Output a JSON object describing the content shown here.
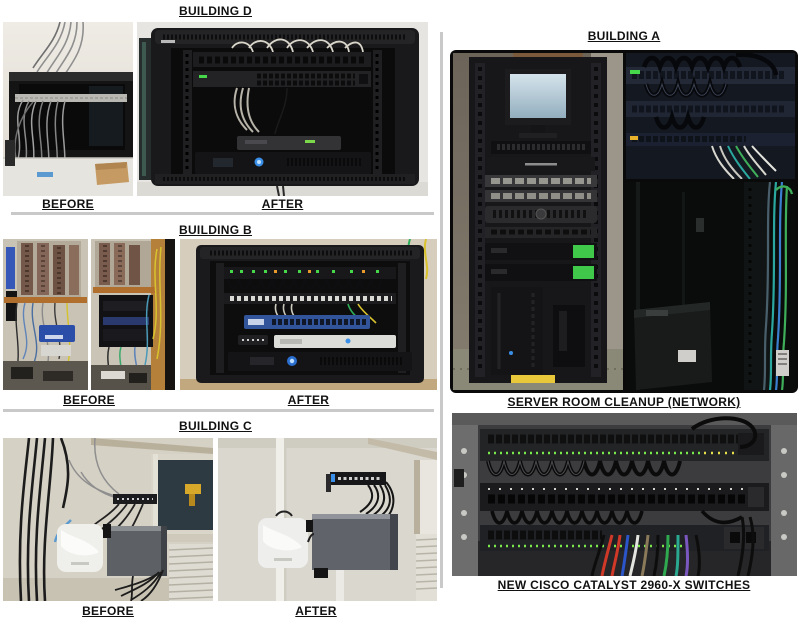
{
  "page": {
    "background_color": "#ffffff",
    "divider_color": "#c9c9c9",
    "text_color": "#111111"
  },
  "sections": {
    "building_d": {
      "title": "BUILDING D",
      "before_label": "BEFORE",
      "after_label": "AFTER"
    },
    "building_b": {
      "title": "BUILDING B",
      "before_label": "BEFORE",
      "after_label": "AFTER"
    },
    "building_c": {
      "title": "BUILDING C",
      "before_label": "BEFORE",
      "after_label": "AFTER"
    },
    "building_a": {
      "title": "BUILDING A",
      "caption": "SERVER ROOM CLEANUP (NETWORK)"
    },
    "new_switches": {
      "caption": "NEW CISCO CATALYST 2960-X SWITCHES"
    }
  },
  "photos": {
    "building_d_before": "Wall cabinet with tangled gray cables hanging out",
    "building_d_after": "Organized wall rack with patch panel, switch and UPS",
    "building_b_before_1": "Old punch-down blocks and tangled wiring on backboard",
    "building_b_before_2": "Cluttered shelf rack with loose yellow and blue cables",
    "building_b_after": "Clean wall rack with patch panels, blue switch, firewall and UPS",
    "building_c_before": "Wall access point and gray enclosure with loose black cabling",
    "building_c_after": "Wall access point and gray enclosure with dressed cable bundle",
    "building_a_rack": "Floor server rack with monitor, servers and UPS units",
    "building_a_switch_detail": "Rack switches with combed black cable bundles",
    "building_a_cable_detail": "Dark rack interior with vertical teal and blue cable runs",
    "new_switches_photo": "Cisco Catalyst 2960-X switches and patch panel with dressed cables"
  }
}
